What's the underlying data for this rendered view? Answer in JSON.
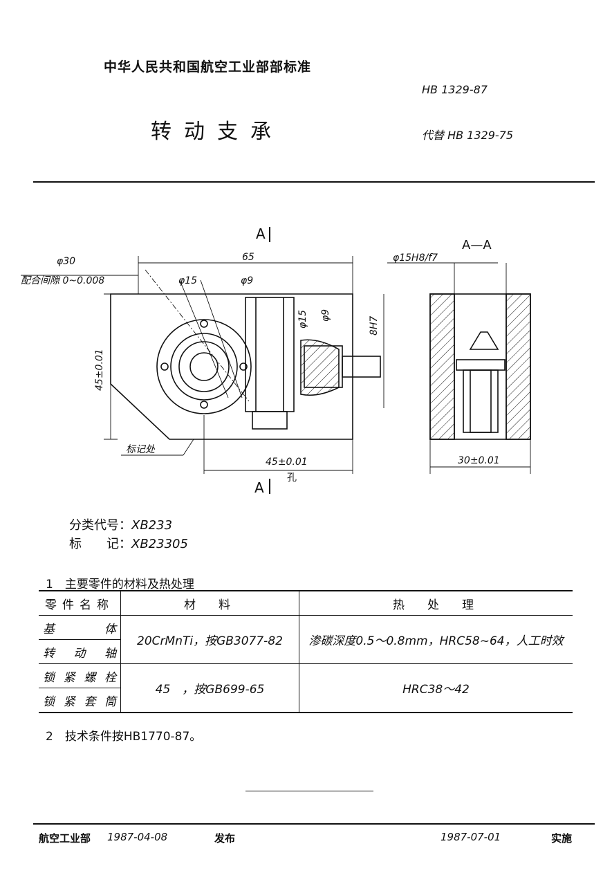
{
  "header": {
    "organization": "中华人民共和国航空工业部部标准",
    "standard_code": "HB 1329-87",
    "title": "转动支承",
    "replaces": "代替 HB 1329-75"
  },
  "drawing": {
    "section_mark_top": "A",
    "section_mark_bottom": "A",
    "section_title": "A—A",
    "dims": {
      "d30": "φ30",
      "clearance": "配合间隙 0~0.008",
      "w65": "65",
      "d15a": "φ15",
      "d9a": "φ9",
      "h45": "45±0.01",
      "d15b": "φ15",
      "d9b": "φ9",
      "h7": "8H7",
      "fit": "φ15H8/f7",
      "w45": "45±0.01",
      "hole": "孔",
      "w30": "30±0.01",
      "marking_location": "标记处"
    }
  },
  "classification": {
    "code_label": "分类代号：",
    "code_value": "XB233",
    "mark_label": "标　　记：",
    "mark_value": "XB23305"
  },
  "section1": {
    "title": "1　主要零件的材料及热处理",
    "headers": [
      "零件名称",
      "材　料",
      "热　处　理"
    ],
    "rows": [
      {
        "parts": [
          "基　体",
          "转动轴"
        ],
        "material": "20CrMnTi，按GB3077-82",
        "treatment": "渗碳深度0.5～0.8mm，HRC58~64，人工时效"
      },
      {
        "parts": [
          "锁紧螺栓",
          "锁紧套筒"
        ],
        "material": "45　，按GB699-65",
        "treatment": "HRC38～42"
      }
    ]
  },
  "section2": {
    "text": "2　技术条件按HB1770-87。"
  },
  "footer": {
    "issuer": "航空工业部",
    "issue_date": "1987-04-08",
    "issue_label": "发布",
    "effective_date": "1987-07-01",
    "effective_label": "实施"
  }
}
